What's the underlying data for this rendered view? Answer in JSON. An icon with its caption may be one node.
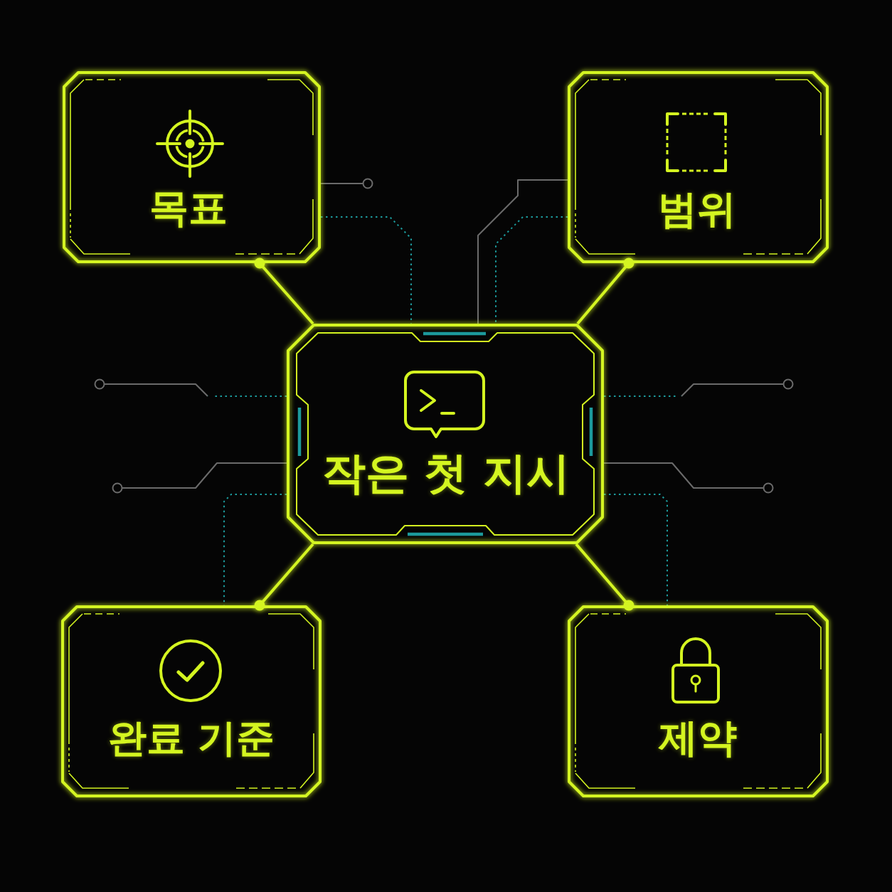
{
  "diagram": {
    "nodes": [
      {
        "text": [
          "목표"
        ]
      },
      {
        "text": [
          "범위"
        ]
      },
      {
        "text": [
          "작은 첫 지시"
        ]
      },
      {
        "text": [
          "완료 기준"
        ]
      },
      {
        "text": [
          "제약"
        ]
      }
    ],
    "edges": [
      {
        "from": 2,
        "to": 0,
        "arrow": "other",
        "style": "thick",
        "color": "#d4f520"
      },
      {
        "from": 2,
        "to": 1,
        "arrow": "other",
        "style": "thick",
        "color": "#d4f520"
      },
      {
        "from": 2,
        "to": 3,
        "arrow": "other",
        "style": "thick",
        "color": "#d4f520"
      },
      {
        "from": 2,
        "to": 4,
        "arrow": "other",
        "style": "thick",
        "color": "#d4f520"
      },
      {
        "from": 0,
        "to": 2,
        "arrow": "none",
        "style": "dashed",
        "color": "#1c9a9c"
      },
      {
        "from": 1,
        "to": 2,
        "arrow": "none",
        "color": "#6b6b6b"
      },
      {
        "from": 1,
        "to": 2,
        "arrow": "none",
        "style": "dashed",
        "color": "#1c9a9c"
      },
      {
        "from": 0,
        "to": null,
        "arrow": "other",
        "color": "#6b6b6b"
      },
      {
        "from": 2,
        "to": null,
        "arrow": "other",
        "style": "dashed",
        "color": "#1c9a9c"
      },
      {
        "from": 2,
        "to": null,
        "arrow": "other",
        "color": "#6b6b6b"
      },
      {
        "from": 2,
        "to": 3,
        "arrow": "none",
        "style": "dashed",
        "color": "#1c9a9c"
      },
      {
        "from": 2,
        "to": null,
        "arrow": "other",
        "style": "dashed",
        "color": "#1c9a9c"
      },
      {
        "from": 2,
        "to": null,
        "arrow": "other",
        "color": "#6b6b6b"
      },
      {
        "from": 2,
        "to": 4,
        "arrow": "none",
        "style": "dashed",
        "color": "#1c9a9c"
      }
    ]
  }
}
